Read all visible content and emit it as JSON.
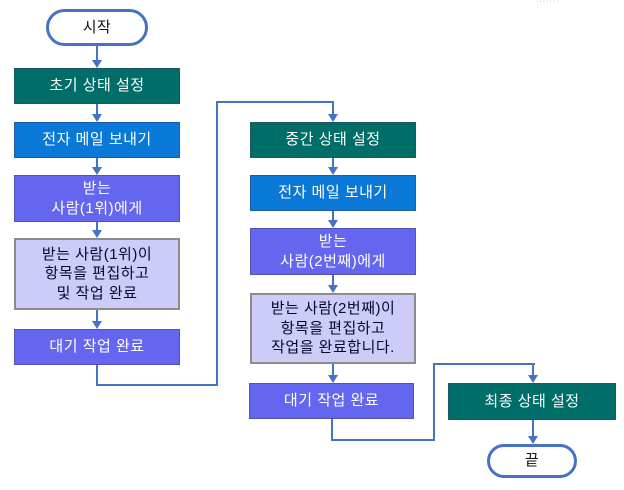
{
  "colors": {
    "teal": "#006E68",
    "blue": "#0A78D7",
    "purple": "#6466F0",
    "lavender": "#CDCCF8",
    "lavenderBorder": "#8C8C8C",
    "connector": "#4472C4"
  },
  "artifacts": {
    "corner_fragment": "·······"
  },
  "diagram": {
    "type": "flowchart",
    "nodes": [
      {
        "id": "start",
        "shape": "terminator",
        "label": "시작"
      },
      {
        "id": "init",
        "shape": "process",
        "fill": "teal",
        "label": "초기 상태 설정"
      },
      {
        "id": "email1",
        "shape": "process",
        "fill": "blue",
        "label": "전자 메일 보내기"
      },
      {
        "id": "to1",
        "shape": "process",
        "fill": "purple",
        "label": "받는\n사람(1위)에게"
      },
      {
        "id": "edit1",
        "shape": "manual",
        "fill": "lavender",
        "label": "받는 사람(1위)이\n항목을 편집하고\n및 작업 완료"
      },
      {
        "id": "wait1",
        "shape": "process",
        "fill": "purple",
        "label": "대기 작업 완료"
      },
      {
        "id": "mid",
        "shape": "process",
        "fill": "teal",
        "label": "중간 상태 설정"
      },
      {
        "id": "email2",
        "shape": "process",
        "fill": "blue",
        "label": "전자 메일 보내기"
      },
      {
        "id": "to2",
        "shape": "process",
        "fill": "purple",
        "label": "받는\n사람(2번째)에게"
      },
      {
        "id": "edit2",
        "shape": "manual",
        "fill": "lavender",
        "label": "받는 사람(2번째)이\n항목을 편집하고\n작업을 완료합니다."
      },
      {
        "id": "wait2",
        "shape": "process",
        "fill": "purple",
        "label": "대기 작업 완료"
      },
      {
        "id": "final",
        "shape": "process",
        "fill": "teal",
        "label": "최종 상태 설정"
      },
      {
        "id": "end",
        "shape": "terminator",
        "label": "끝"
      }
    ],
    "edges": [
      {
        "from": "start",
        "to": "init"
      },
      {
        "from": "init",
        "to": "email1"
      },
      {
        "from": "email1",
        "to": "to1"
      },
      {
        "from": "to1",
        "to": "edit1"
      },
      {
        "from": "edit1",
        "to": "wait1"
      },
      {
        "from": "wait1",
        "to": "mid"
      },
      {
        "from": "mid",
        "to": "email2"
      },
      {
        "from": "email2",
        "to": "to2"
      },
      {
        "from": "to2",
        "to": "edit2"
      },
      {
        "from": "edit2",
        "to": "wait2"
      },
      {
        "from": "wait2",
        "to": "final"
      },
      {
        "from": "final",
        "to": "end"
      }
    ]
  }
}
